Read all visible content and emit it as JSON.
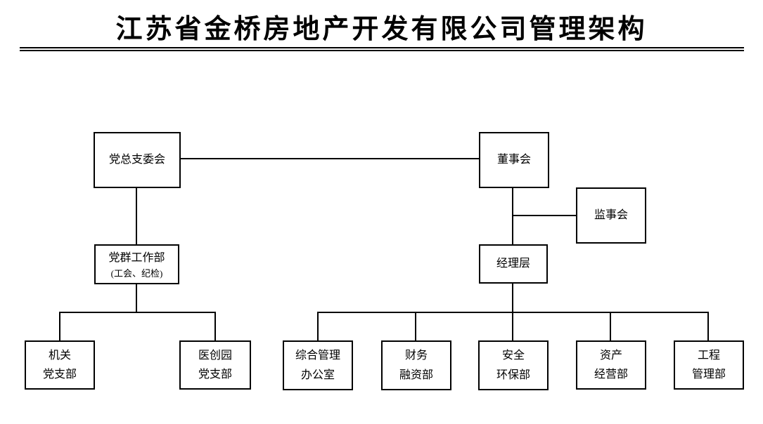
{
  "title": "江苏省金桥房地产开发有限公司管理架构",
  "colors": {
    "line": "#000000",
    "text": "#000000",
    "background": "#ffffff"
  },
  "org": {
    "party_committee": {
      "label": "党总支委会"
    },
    "board": {
      "label": "董事会"
    },
    "supervisory": {
      "label": "监事会"
    },
    "party_work": {
      "label": "党群工作部",
      "sublabel": "(工会、纪检)"
    },
    "management": {
      "label": "经理层"
    },
    "jiguan": {
      "line1": "机关",
      "line2": "党支部"
    },
    "yichuangyuan": {
      "line1": "医创园",
      "line2": "党支部"
    },
    "zonghe": {
      "line1": "综合管理",
      "line2": "办公室"
    },
    "caiwu": {
      "line1": "财务",
      "line2": "融资部"
    },
    "anquan": {
      "line1": "安全",
      "line2": "环保部"
    },
    "zichan": {
      "line1": "资产",
      "line2": "经营部"
    },
    "gongcheng": {
      "line1": "工程",
      "line2": "管理部"
    }
  }
}
